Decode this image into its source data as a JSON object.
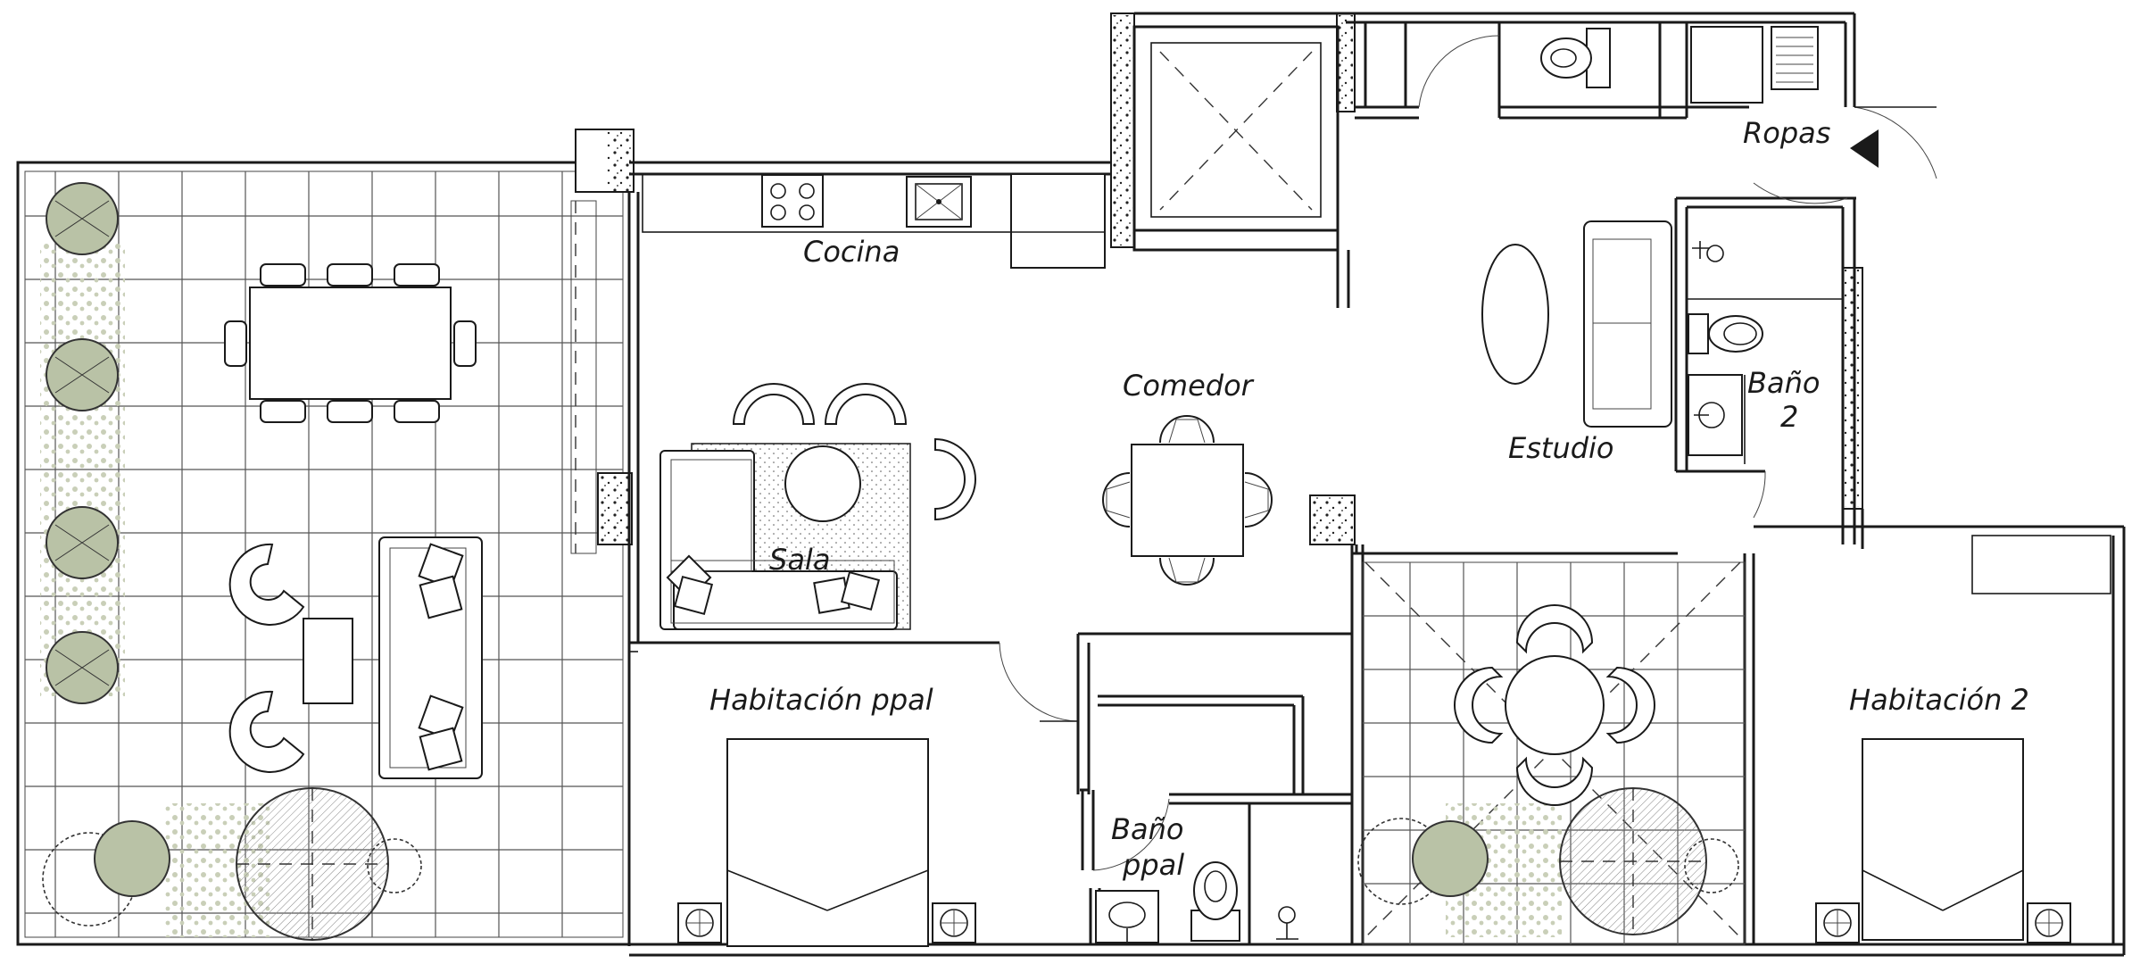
{
  "colors": {
    "line": "#1a1a1a",
    "plant": "#b9c2a6",
    "plant_dots": "#c9cfb8",
    "background": "#ffffff"
  },
  "rooms": {
    "cocina": "Cocina",
    "comedor": "Comedor",
    "sala": "Sala",
    "estudio": "Estudio",
    "ropas": "Ropas",
    "bano2_line1": "Baño",
    "bano2_line2": "2",
    "hab_ppal": "Habitación ppal",
    "bano_ppal_line1": "Baño",
    "bano_ppal_line2": "ppal",
    "hab2": "Habitación 2"
  }
}
